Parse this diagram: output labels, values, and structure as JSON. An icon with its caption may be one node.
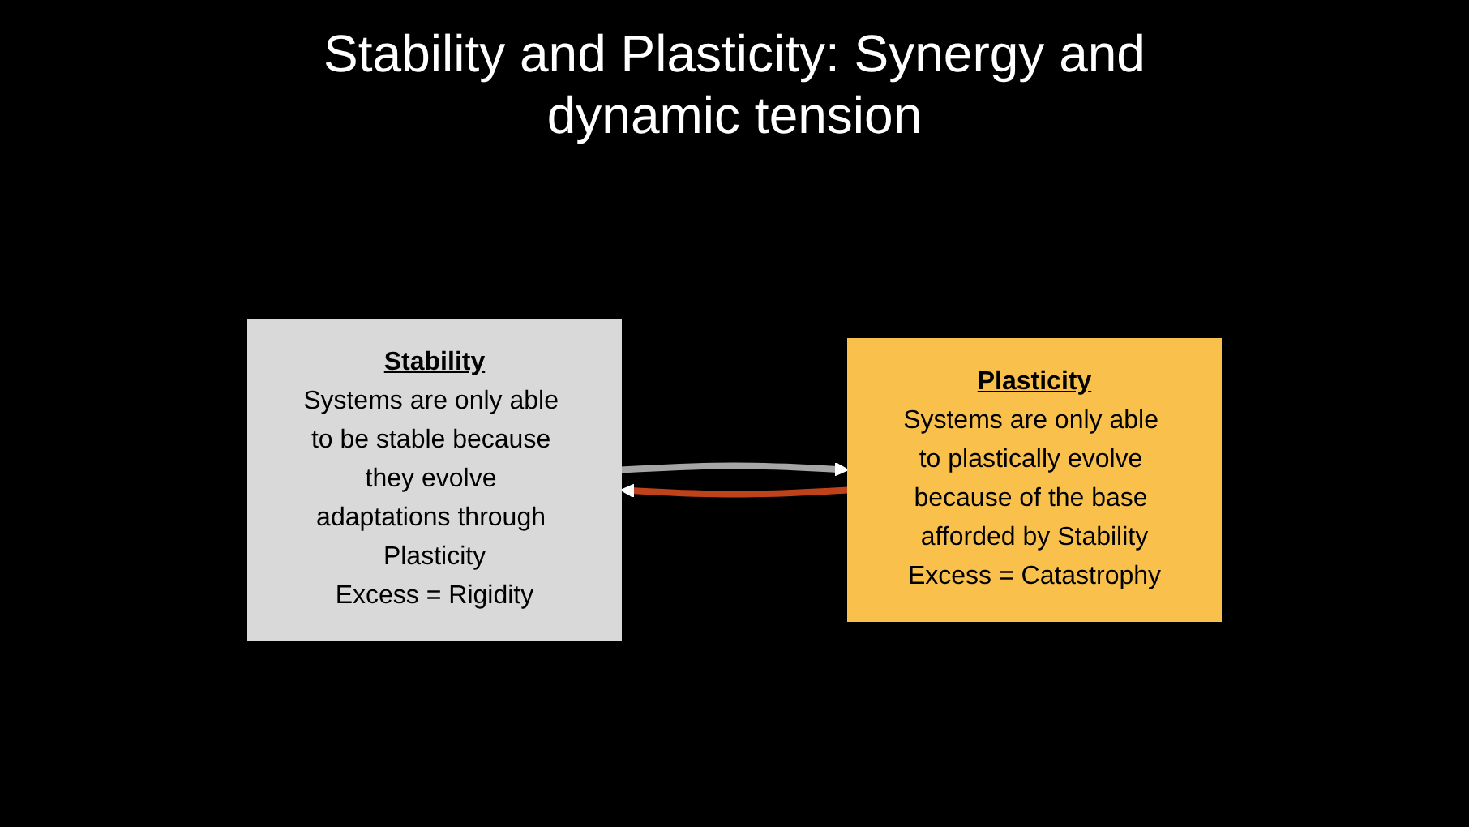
{
  "diagram": {
    "title": "Stability and Plasticity: Synergy and dynamic tension",
    "nodes": [
      {
        "text": [
          "Stability",
          "Systems are only able to be stable because they evolve adaptations through Plasticity",
          "Excess = Rigidity"
        ]
      },
      {
        "text": [
          "Plasticity",
          "Systems are only able to plastically evolve because of the base afforded by Stability",
          "Excess = Catastrophy"
        ]
      }
    ],
    "edges": [
      {
        "from": 0,
        "to": 1,
        "arrow": "to",
        "color": "#a6a6a6"
      },
      {
        "from": 1,
        "to": 0,
        "arrow": "to",
        "color": "#c0421a"
      }
    ]
  }
}
